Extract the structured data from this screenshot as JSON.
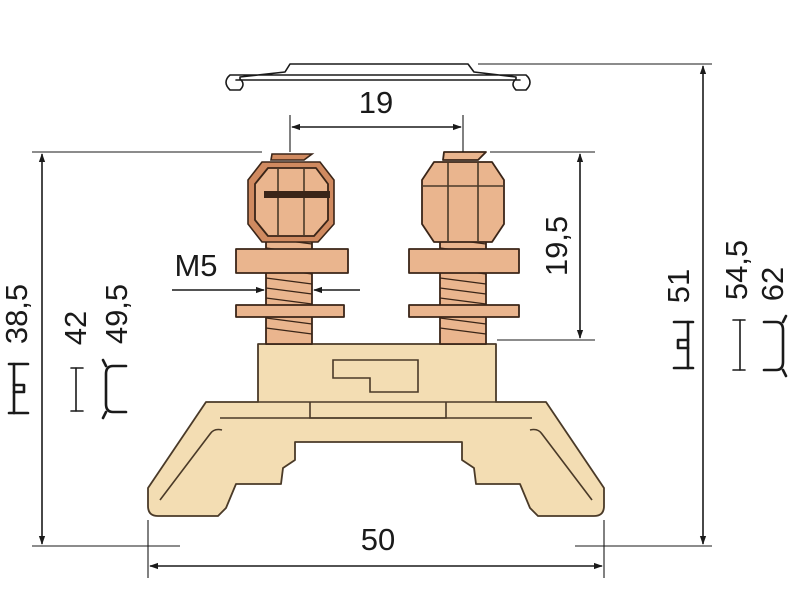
{
  "dimensions": {
    "top_spacing": "19",
    "bolt_height": "19,5",
    "thread": "M5",
    "base_width": "50",
    "left_rails": [
      "38,5",
      "42",
      "49,5"
    ],
    "right_rails": [
      "51",
      "54,5",
      "62"
    ]
  },
  "colors": {
    "body": "#f3ddb3",
    "copper": "#eab58e",
    "outline": "#4a3a28",
    "dimension_lines": "#1a1a1a"
  }
}
